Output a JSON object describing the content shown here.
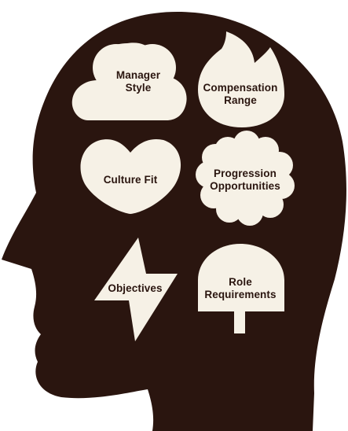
{
  "colors": {
    "head": "#2a150f",
    "shape": "#f6f1e6",
    "text": "#2a150f",
    "background": "#ffffff"
  },
  "labels": {
    "manager_style": "Manager\nStyle",
    "compensation_range": "Compensation\nRange",
    "culture_fit": "Culture Fit",
    "progression_opportunities": "Progression\nOpportunities",
    "objectives": "Objectives",
    "role_requirements": "Role\nRequirements"
  },
  "icons": {
    "manager_style": "four-leaf-clover-shape",
    "compensation_range": "flame-shape",
    "culture_fit": "heart-shape",
    "progression_opportunities": "cloud-flower-shape",
    "objectives": "lightning-bolt-shape",
    "role_requirements": "signpost-shape"
  }
}
